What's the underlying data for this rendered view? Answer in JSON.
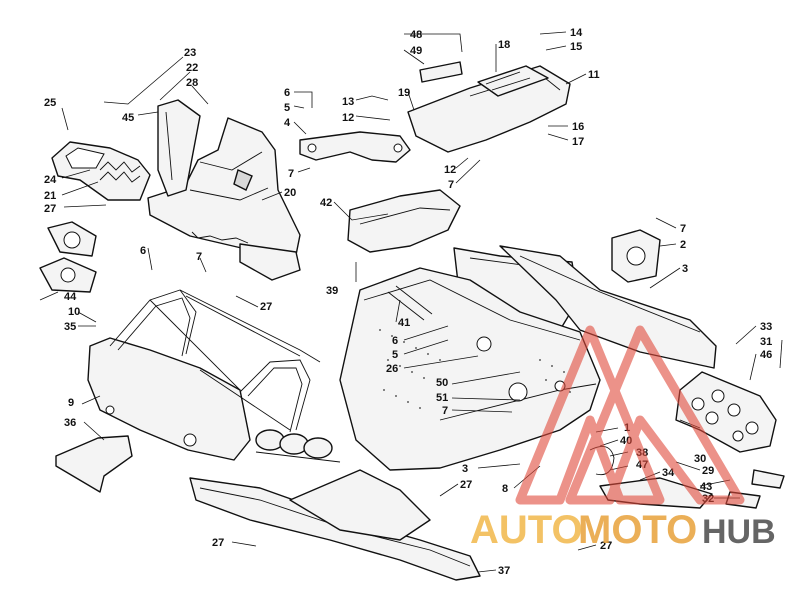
{
  "callouts": [
    {
      "id": "c23",
      "label": "23"
    },
    {
      "id": "c22",
      "label": "22"
    },
    {
      "id": "c28",
      "label": "28"
    },
    {
      "id": "c25",
      "label": "25"
    },
    {
      "id": "c45",
      "label": "45"
    },
    {
      "id": "c24",
      "label": "24"
    },
    {
      "id": "c21",
      "label": "21"
    },
    {
      "id": "c27a",
      "label": "27"
    },
    {
      "id": "c20",
      "label": "20"
    },
    {
      "id": "c6a",
      "label": "6"
    },
    {
      "id": "c5a",
      "label": "5"
    },
    {
      "id": "c4",
      "label": "4"
    },
    {
      "id": "c7a",
      "label": "7"
    },
    {
      "id": "c13",
      "label": "13"
    },
    {
      "id": "c12a",
      "label": "12"
    },
    {
      "id": "c19",
      "label": "19"
    },
    {
      "id": "c48",
      "label": "48"
    },
    {
      "id": "c49",
      "label": "49"
    },
    {
      "id": "c18",
      "label": "18"
    },
    {
      "id": "c14",
      "label": "14"
    },
    {
      "id": "c15",
      "label": "15"
    },
    {
      "id": "c11",
      "label": "11"
    },
    {
      "id": "c16",
      "label": "16"
    },
    {
      "id": "c17",
      "label": "17"
    },
    {
      "id": "c12b",
      "label": "12"
    },
    {
      "id": "c7b",
      "label": "7"
    },
    {
      "id": "c42",
      "label": "42"
    },
    {
      "id": "c39",
      "label": "39"
    },
    {
      "id": "c7c",
      "label": "7"
    },
    {
      "id": "c2",
      "label": "2"
    },
    {
      "id": "c3a",
      "label": "3"
    },
    {
      "id": "c6b",
      "label": "6"
    },
    {
      "id": "c7d",
      "label": "7"
    },
    {
      "id": "c27b",
      "label": "27"
    },
    {
      "id": "c44",
      "label": "44"
    },
    {
      "id": "c10",
      "label": "10"
    },
    {
      "id": "c35",
      "label": "35"
    },
    {
      "id": "c41",
      "label": "41"
    },
    {
      "id": "c6c",
      "label": "6"
    },
    {
      "id": "c5b",
      "label": "5"
    },
    {
      "id": "c26",
      "label": "26"
    },
    {
      "id": "c33",
      "label": "33"
    },
    {
      "id": "c31",
      "label": "31"
    },
    {
      "id": "c46",
      "label": "46"
    },
    {
      "id": "c50",
      "label": "50"
    },
    {
      "id": "c51",
      "label": "51"
    },
    {
      "id": "c7e",
      "label": "7"
    },
    {
      "id": "c9",
      "label": "9"
    },
    {
      "id": "c36",
      "label": "36"
    },
    {
      "id": "c1",
      "label": "1"
    },
    {
      "id": "c40",
      "label": "40"
    },
    {
      "id": "c38",
      "label": "38"
    },
    {
      "id": "c47",
      "label": "47"
    },
    {
      "id": "c34",
      "label": "34"
    },
    {
      "id": "c30",
      "label": "30"
    },
    {
      "id": "c29",
      "label": "29"
    },
    {
      "id": "c43",
      "label": "43"
    },
    {
      "id": "c32",
      "label": "32"
    },
    {
      "id": "c3b",
      "label": "3"
    },
    {
      "id": "c8",
      "label": "8"
    },
    {
      "id": "c27c",
      "label": "27"
    },
    {
      "id": "c27d",
      "label": "27"
    },
    {
      "id": "c27e",
      "label": "27"
    },
    {
      "id": "c37",
      "label": "37"
    }
  ],
  "watermark": {
    "part1": "AUTO",
    "part2": "MOTO",
    "part3": "HUB",
    "color_auto": "#f2b84b",
    "color_moto": "#e8a23a",
    "color_hub": "#555555",
    "triangle_color": "#e04a3a"
  }
}
